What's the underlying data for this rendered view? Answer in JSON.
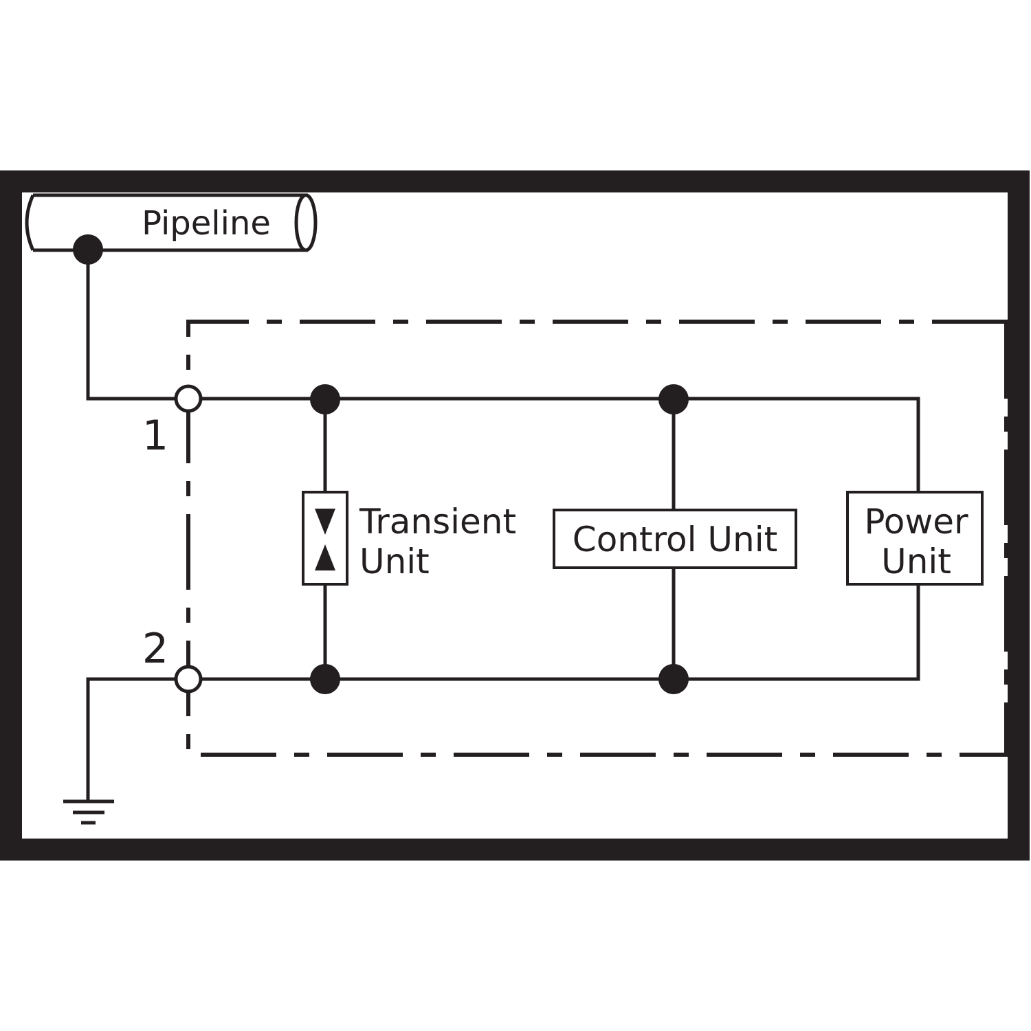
{
  "diagram": {
    "pipeline_label": "Pipeline",
    "terminal_1": "1",
    "terminal_2": "2",
    "transient_unit": {
      "line1": "Transient",
      "line2": "Unit"
    },
    "control_unit": "Control Unit",
    "power_unit": {
      "line1": "Power",
      "line2": "Unit"
    }
  },
  "colors": {
    "ink": "#231f20",
    "background": "#ffffff"
  },
  "icons": [
    "ground-icon",
    "surge-arrester-icon",
    "pipeline-cylinder-icon"
  ]
}
